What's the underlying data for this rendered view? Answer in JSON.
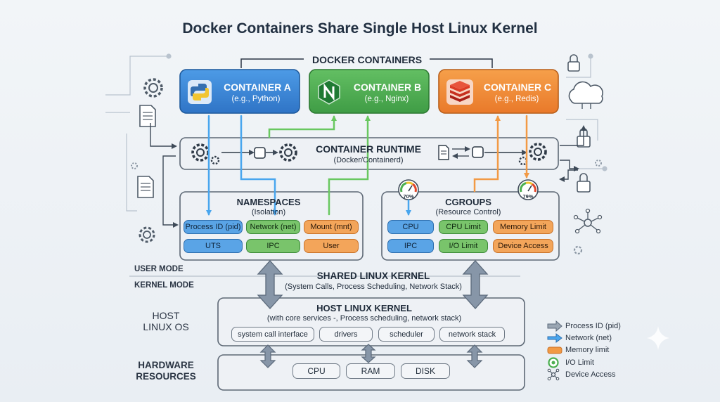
{
  "title": "Docker Containers Share Single Host Linux Kernel",
  "docker_containers_label": "DOCKER CONTAINERS",
  "containers": [
    {
      "name": "CONTAINER A",
      "example": "(e.g., Python)",
      "color": "#3a86d6"
    },
    {
      "name": "CONTAINER B",
      "example": "(e.g., Nginx)",
      "color": "#4caf50"
    },
    {
      "name": "CONTAINER C",
      "example": "(e.g., Redis)",
      "color": "#f08a2c"
    }
  ],
  "runtime": {
    "title": "CONTAINER RUNTIME",
    "subtitle": "(Docker/Containerd)"
  },
  "namespaces": {
    "title": "NAMESPACES",
    "subtitle": "(Isolation)",
    "items": [
      "Process ID (pid)",
      "Network (net)",
      "Mount (mnt)",
      "UTS",
      "IPC",
      "User"
    ]
  },
  "cgroups": {
    "title": "CGROUPS",
    "subtitle": "(Resource Control)",
    "items": [
      "CPU",
      "CPU Limit",
      "Memory Limit",
      "IPC",
      "I/O Limit",
      "Device Access"
    ],
    "gauges": [
      "70%",
      "79%"
    ]
  },
  "modes": {
    "user": "USER MODE",
    "kernel": "KERNEL MODE"
  },
  "shared_kernel": {
    "title": "SHARED LINUX KERNEL",
    "subtitle": "(System Calls, Process Scheduling, Network Stack)"
  },
  "host_os_label": [
    "HOST",
    "LINUX OS"
  ],
  "host_kernel": {
    "title": "HOST LINUX KERNEL",
    "subtitle": "(with core services -, Process scheduling, network stack)",
    "items": [
      "system call interface",
      "drivers",
      "scheduler",
      "network stack"
    ]
  },
  "hardware_label": [
    "HARDWARE",
    "RESOURCES"
  ],
  "hardware_items": [
    "CPU",
    "RAM",
    "DISK"
  ],
  "legend": [
    {
      "label": "Process ID (pid)",
      "icon": "gray-arrow-icon"
    },
    {
      "label": "Network (net)",
      "icon": "blue-arrow-icon"
    },
    {
      "label": "Memory limit",
      "icon": "orange-bar-icon"
    },
    {
      "label": "I/O Limit",
      "icon": "green-circle-icon"
    },
    {
      "label": "Device Access",
      "icon": "network-nodes-icon"
    }
  ],
  "colors": {
    "blue": "#3a86d6",
    "green": "#4caf50",
    "orange": "#f08a2c",
    "panel": "#eef1f5",
    "border": "#5d6875",
    "kernel_arrow": "#8796a8"
  }
}
